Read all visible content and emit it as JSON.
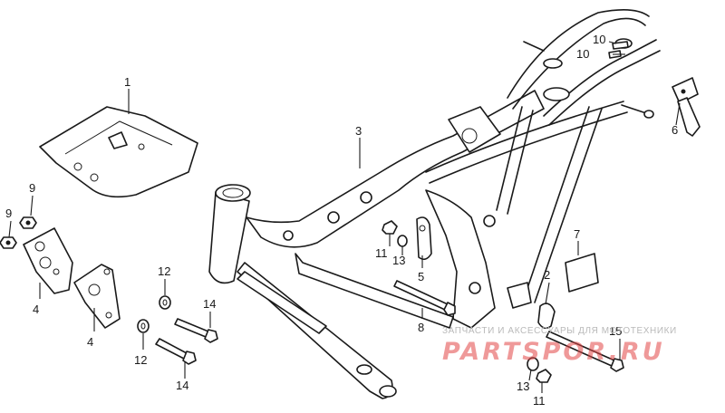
{
  "callouts": {
    "c1": "1",
    "c2": "2",
    "c3": "3",
    "c4a": "4",
    "c4b": "4",
    "c5": "5",
    "c6": "6",
    "c7": "7",
    "c8": "8",
    "c9a": "9",
    "c9b": "9",
    "c10a": "10",
    "c10b": "10",
    "c11a": "11",
    "c11b": "11",
    "c12a": "12",
    "c12b": "12",
    "c13a": "13",
    "c13b": "13",
    "c14a": "14",
    "c14b": "14",
    "c15": "15"
  },
  "watermark": {
    "caption": "ЗАПЧАСТИ И АКСЕССУАРЫ ДЛЯ МОТОТЕХНИКИ",
    "logo": "PARTSPOR.RU"
  },
  "colors": {
    "ink": "#1a1a1a",
    "watermark_red": "#e24646",
    "watermark_gray": "#b9b9b9"
  }
}
